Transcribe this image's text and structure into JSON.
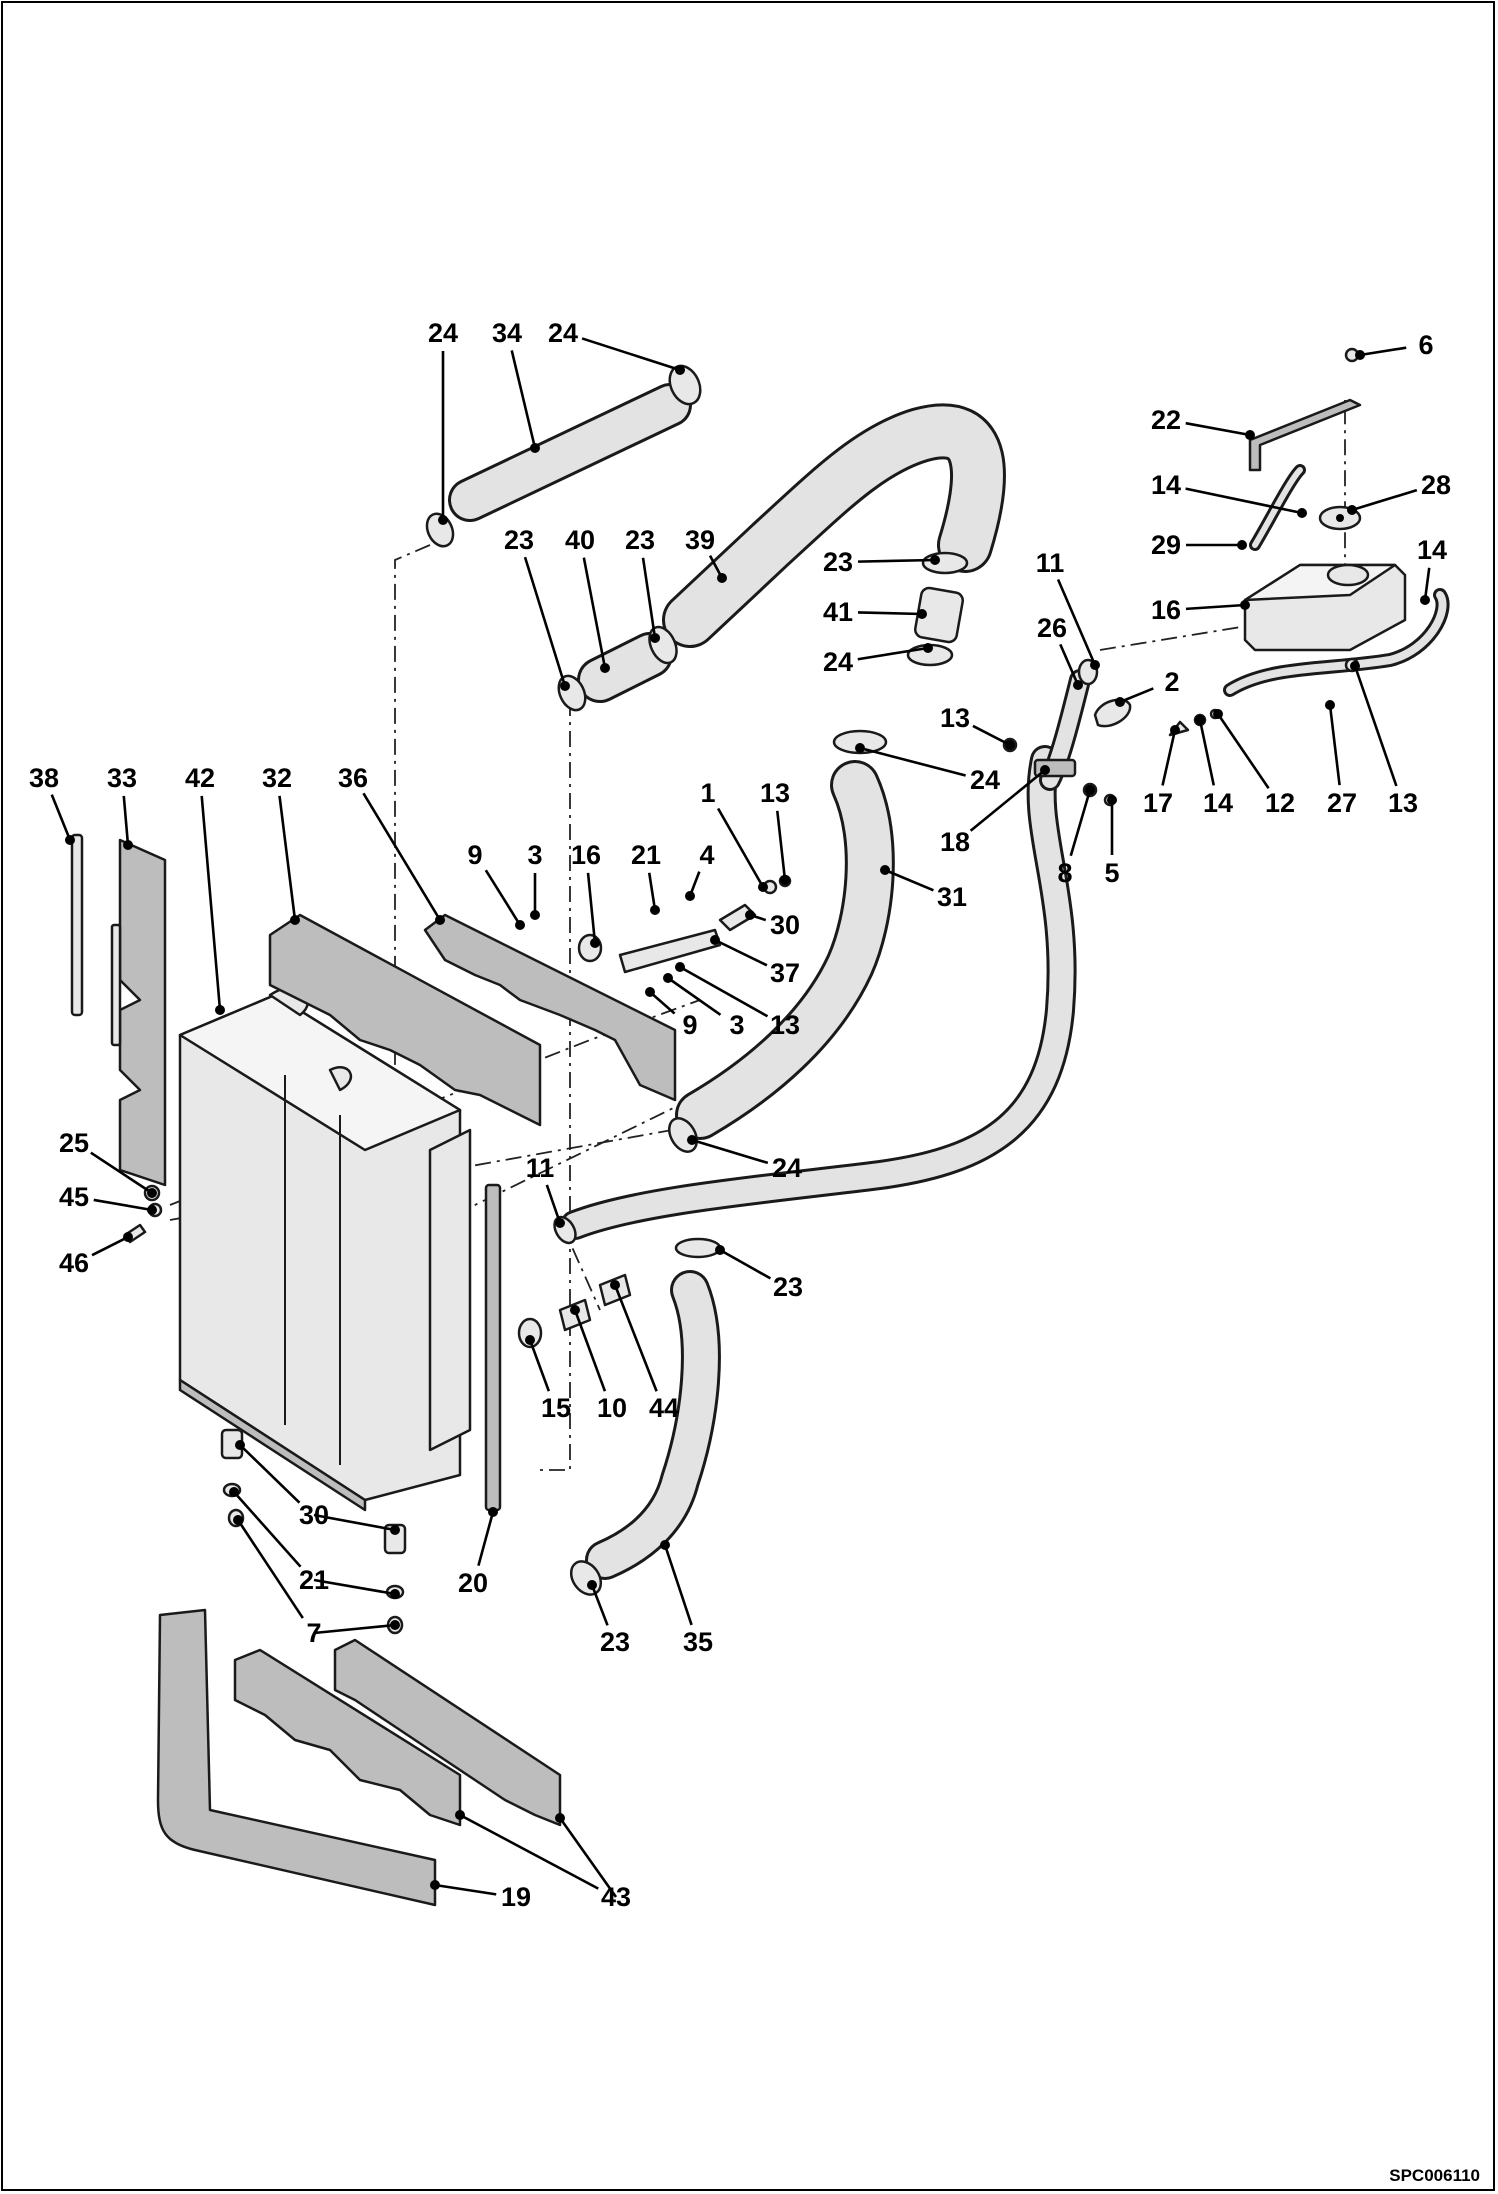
{
  "drawing_code": "SPC006110",
  "colors": {
    "ink": "#000000",
    "part_fill": "#e8e8e8",
    "part_shade": "#bdbdbd",
    "background": "#ffffff"
  },
  "callouts": [
    {
      "id": "c-24-a",
      "label": "24"
    },
    {
      "id": "c-34",
      "label": "34"
    },
    {
      "id": "c-24-b",
      "label": "24"
    },
    {
      "id": "c-6",
      "label": "6"
    },
    {
      "id": "c-22",
      "label": "22"
    },
    {
      "id": "c-14-a",
      "label": "14"
    },
    {
      "id": "c-28",
      "label": "28"
    },
    {
      "id": "c-29",
      "label": "29"
    },
    {
      "id": "c-14-b",
      "label": "14"
    },
    {
      "id": "c-16-a",
      "label": "16"
    },
    {
      "id": "c-23-a",
      "label": "23"
    },
    {
      "id": "c-40",
      "label": "40"
    },
    {
      "id": "c-23-b",
      "label": "23"
    },
    {
      "id": "c-39",
      "label": "39"
    },
    {
      "id": "c-23-c",
      "label": "23"
    },
    {
      "id": "c-41",
      "label": "41"
    },
    {
      "id": "c-24-c",
      "label": "24"
    },
    {
      "id": "c-11-a",
      "label": "11"
    },
    {
      "id": "c-26",
      "label": "26"
    },
    {
      "id": "c-2",
      "label": "2"
    },
    {
      "id": "c-13-a",
      "label": "13"
    },
    {
      "id": "c-24-d",
      "label": "24"
    },
    {
      "id": "c-18",
      "label": "18"
    },
    {
      "id": "c-8",
      "label": "8"
    },
    {
      "id": "c-5",
      "label": "5"
    },
    {
      "id": "c-17",
      "label": "17"
    },
    {
      "id": "c-14-c",
      "label": "14"
    },
    {
      "id": "c-12",
      "label": "12"
    },
    {
      "id": "c-27",
      "label": "27"
    },
    {
      "id": "c-13-b",
      "label": "13"
    },
    {
      "id": "c-38",
      "label": "38"
    },
    {
      "id": "c-33",
      "label": "33"
    },
    {
      "id": "c-42",
      "label": "42"
    },
    {
      "id": "c-32",
      "label": "32"
    },
    {
      "id": "c-36",
      "label": "36"
    },
    {
      "id": "c-9-a",
      "label": "9"
    },
    {
      "id": "c-3-a",
      "label": "3"
    },
    {
      "id": "c-16-b",
      "label": "16"
    },
    {
      "id": "c-21-a",
      "label": "21"
    },
    {
      "id": "c-4",
      "label": "4"
    },
    {
      "id": "c-1",
      "label": "1"
    },
    {
      "id": "c-13-c",
      "label": "13"
    },
    {
      "id": "c-31",
      "label": "31"
    },
    {
      "id": "c-30-a",
      "label": "30"
    },
    {
      "id": "c-37",
      "label": "37"
    },
    {
      "id": "c-13-d",
      "label": "13"
    },
    {
      "id": "c-9-b",
      "label": "9"
    },
    {
      "id": "c-3-b",
      "label": "3"
    },
    {
      "id": "c-24-e",
      "label": "24"
    },
    {
      "id": "c-25",
      "label": "25"
    },
    {
      "id": "c-45",
      "label": "45"
    },
    {
      "id": "c-46",
      "label": "46"
    },
    {
      "id": "c-11-b",
      "label": "11"
    },
    {
      "id": "c-23-d",
      "label": "23"
    },
    {
      "id": "c-15",
      "label": "15"
    },
    {
      "id": "c-10",
      "label": "10"
    },
    {
      "id": "c-44",
      "label": "44"
    },
    {
      "id": "c-30-b",
      "label": "30"
    },
    {
      "id": "c-21-b",
      "label": "21"
    },
    {
      "id": "c-7",
      "label": "7"
    },
    {
      "id": "c-20",
      "label": "20"
    },
    {
      "id": "c-23-e",
      "label": "23"
    },
    {
      "id": "c-35",
      "label": "35"
    },
    {
      "id": "c-19",
      "label": "19"
    },
    {
      "id": "c-43",
      "label": "43"
    }
  ]
}
